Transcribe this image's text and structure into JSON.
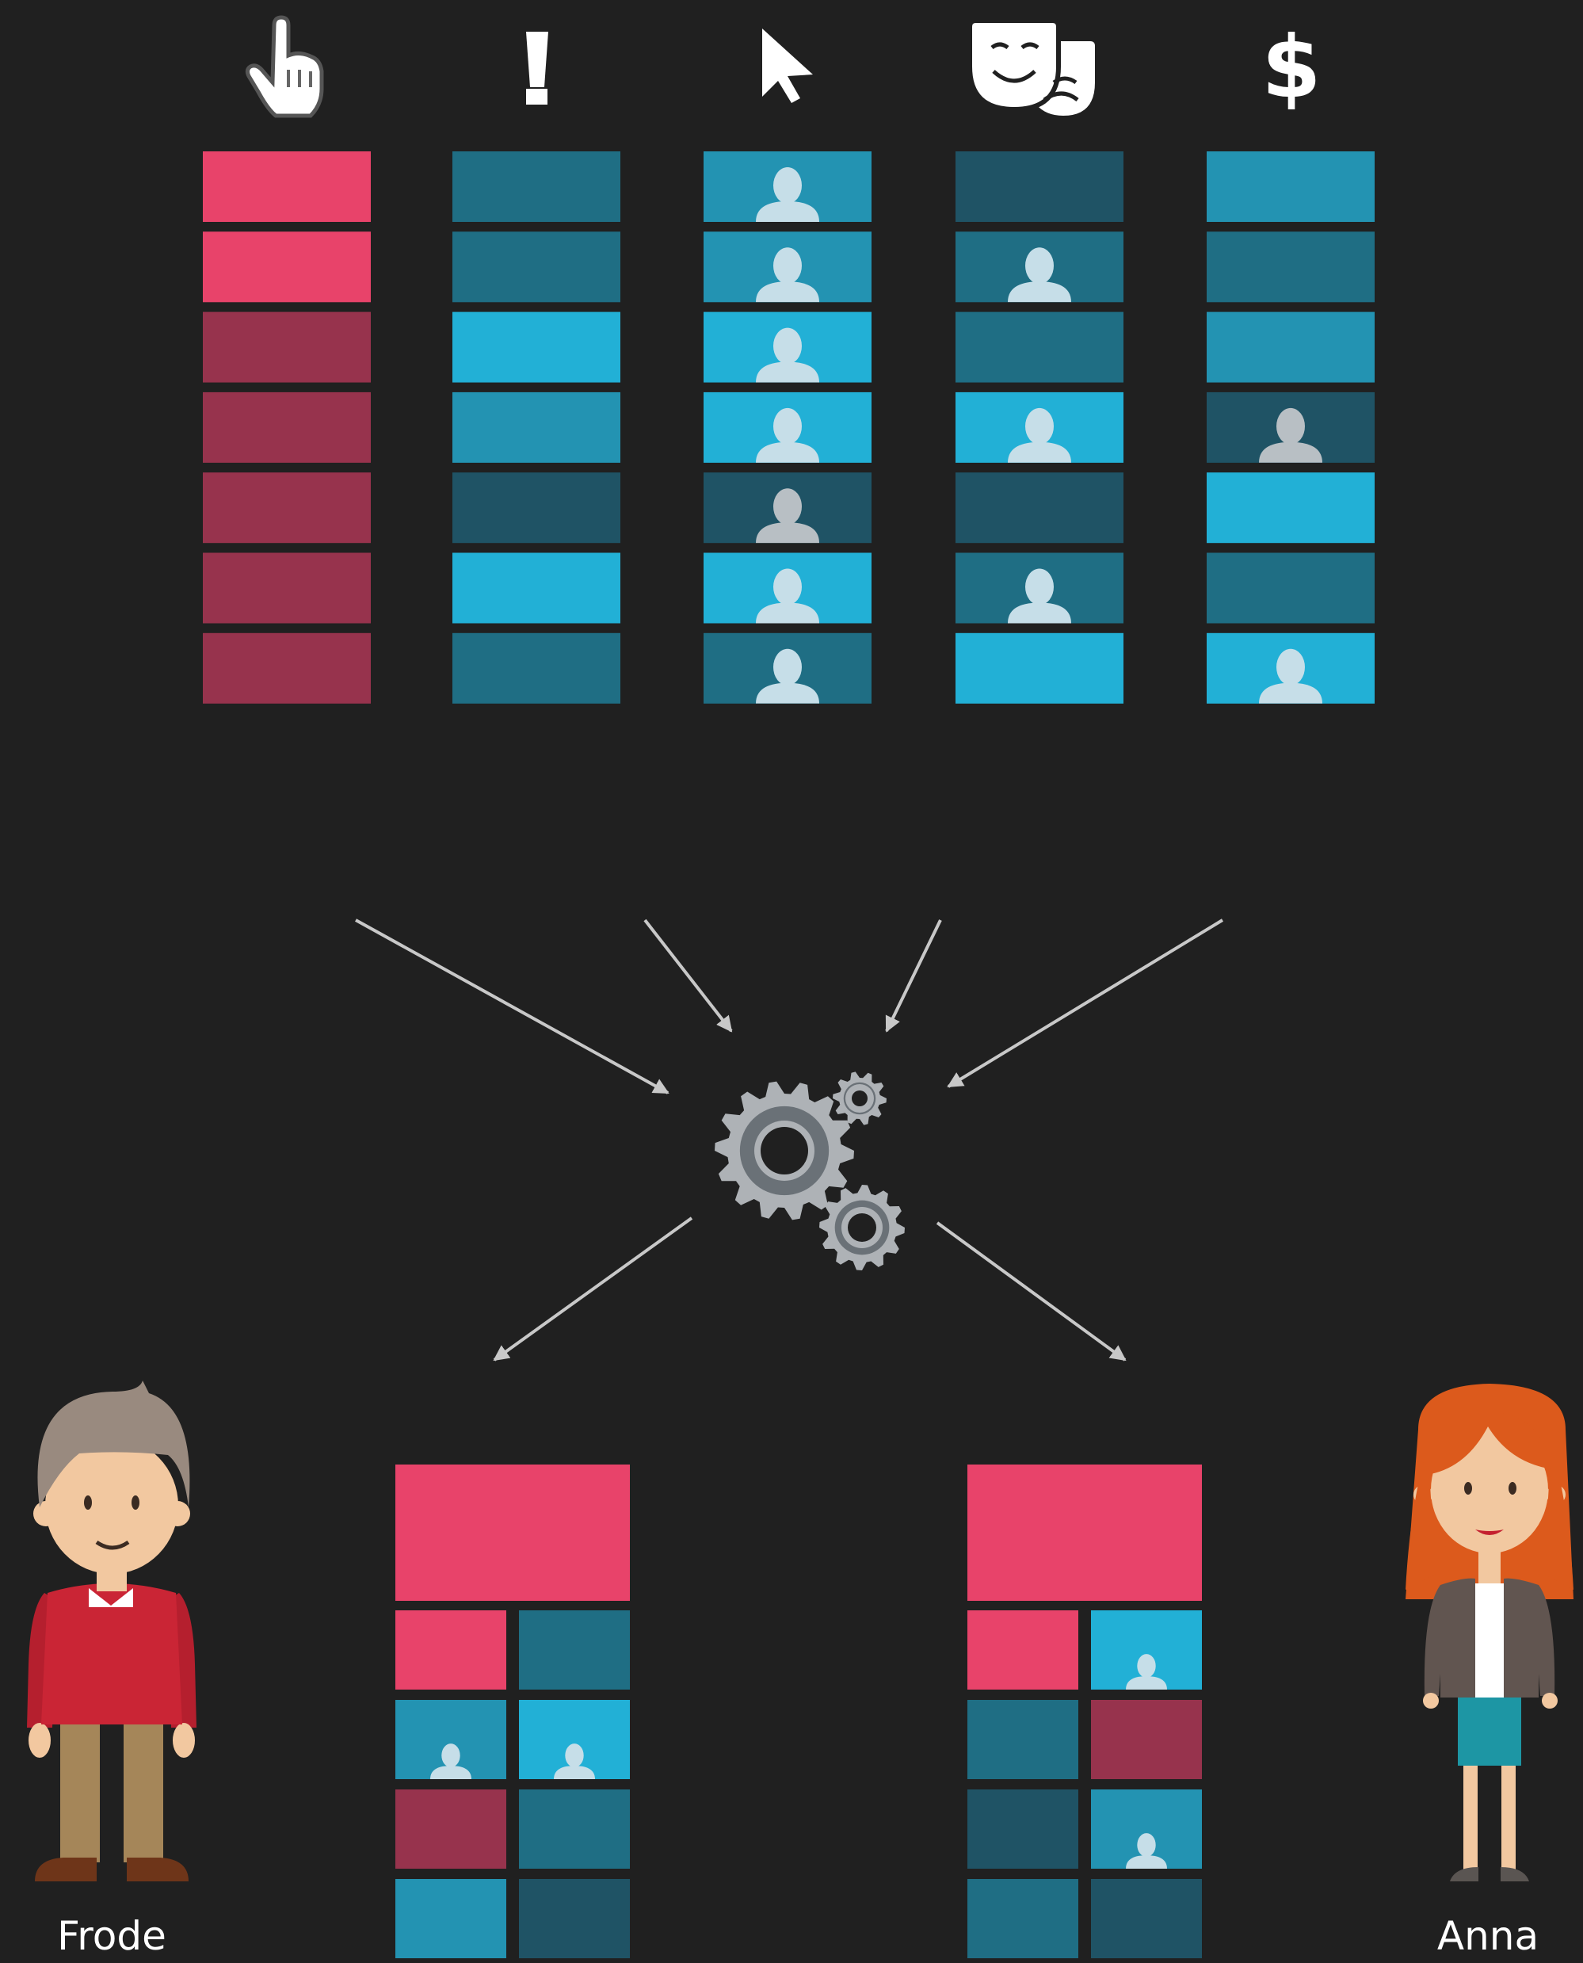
{
  "colors": {
    "background": "#202020",
    "pink": "#E8436A",
    "maroon": "#97334D",
    "blue_bright": "#22B0D6",
    "blue_mid": "#2393B2",
    "blue_dark": "#1F6E84",
    "blue_darker": "#1F5365",
    "avatar_light": "#C6DEE8",
    "avatar_gray": "#B8BFC4",
    "arrow": "#C8C8C8",
    "gear_light": "#AEB2B6",
    "gear_dark": "#6A7177"
  },
  "columns": [
    {
      "icon": "pointer-hand-icon",
      "tiles": [
        {
          "color": "pink",
          "avatar": false
        },
        {
          "color": "pink",
          "avatar": false
        },
        {
          "color": "maroon",
          "avatar": false
        },
        {
          "color": "maroon",
          "avatar": false
        },
        {
          "color": "maroon",
          "avatar": false
        },
        {
          "color": "maroon",
          "avatar": false
        },
        {
          "color": "maroon",
          "avatar": false
        }
      ]
    },
    {
      "icon": "exclamation-icon",
      "tiles": [
        {
          "color": "blue_dark",
          "avatar": false
        },
        {
          "color": "blue_dark",
          "avatar": false
        },
        {
          "color": "blue_bright",
          "avatar": false
        },
        {
          "color": "blue_mid",
          "avatar": false
        },
        {
          "color": "blue_darker",
          "avatar": false
        },
        {
          "color": "blue_bright",
          "avatar": false
        },
        {
          "color": "blue_dark",
          "avatar": false
        }
      ]
    },
    {
      "icon": "cursor-arrow-icon",
      "tiles": [
        {
          "color": "blue_mid",
          "avatar": true
        },
        {
          "color": "blue_mid",
          "avatar": true
        },
        {
          "color": "blue_bright",
          "avatar": true
        },
        {
          "color": "blue_bright",
          "avatar": true
        },
        {
          "color": "blue_darker",
          "avatar": true
        },
        {
          "color": "blue_bright",
          "avatar": true
        },
        {
          "color": "blue_dark",
          "avatar": true
        }
      ]
    },
    {
      "icon": "theater-masks-icon",
      "tiles": [
        {
          "color": "blue_darker",
          "avatar": false
        },
        {
          "color": "blue_dark",
          "avatar": true
        },
        {
          "color": "blue_dark",
          "avatar": false
        },
        {
          "color": "blue_bright",
          "avatar": true
        },
        {
          "color": "blue_darker",
          "avatar": false
        },
        {
          "color": "blue_dark",
          "avatar": true
        },
        {
          "color": "blue_bright",
          "avatar": false
        }
      ]
    },
    {
      "icon": "dollar-sign-icon",
      "tiles": [
        {
          "color": "blue_mid",
          "avatar": false
        },
        {
          "color": "blue_dark",
          "avatar": false
        },
        {
          "color": "blue_mid",
          "avatar": false
        },
        {
          "color": "blue_darker",
          "avatar": true
        },
        {
          "color": "blue_bright",
          "avatar": false
        },
        {
          "color": "blue_dark",
          "avatar": false
        },
        {
          "color": "blue_bright",
          "avatar": true
        }
      ]
    }
  ],
  "center_icon": "gears-icon",
  "outputs": [
    {
      "person": "frode",
      "tiles": [
        {
          "color": "pink",
          "avatar": false,
          "wide": true
        },
        {
          "color": "pink",
          "avatar": false
        },
        {
          "color": "blue_dark",
          "avatar": false
        },
        {
          "color": "blue_mid",
          "avatar": true
        },
        {
          "color": "blue_bright",
          "avatar": true
        },
        {
          "color": "maroon",
          "avatar": false
        },
        {
          "color": "blue_dark",
          "avatar": false
        },
        {
          "color": "blue_mid",
          "avatar": false
        },
        {
          "color": "blue_darker",
          "avatar": false
        }
      ]
    },
    {
      "person": "anna",
      "tiles": [
        {
          "color": "pink",
          "avatar": false,
          "wide": true
        },
        {
          "color": "pink",
          "avatar": false
        },
        {
          "color": "blue_bright",
          "avatar": true
        },
        {
          "color": "blue_dark",
          "avatar": false
        },
        {
          "color": "maroon",
          "avatar": false
        },
        {
          "color": "blue_darker",
          "avatar": false
        },
        {
          "color": "blue_mid",
          "avatar": true
        },
        {
          "color": "blue_dark",
          "avatar": false
        },
        {
          "color": "blue_darker",
          "avatar": false
        }
      ]
    }
  ],
  "people": {
    "frode": {
      "name": "Frode"
    },
    "anna": {
      "name": "Anna"
    }
  }
}
